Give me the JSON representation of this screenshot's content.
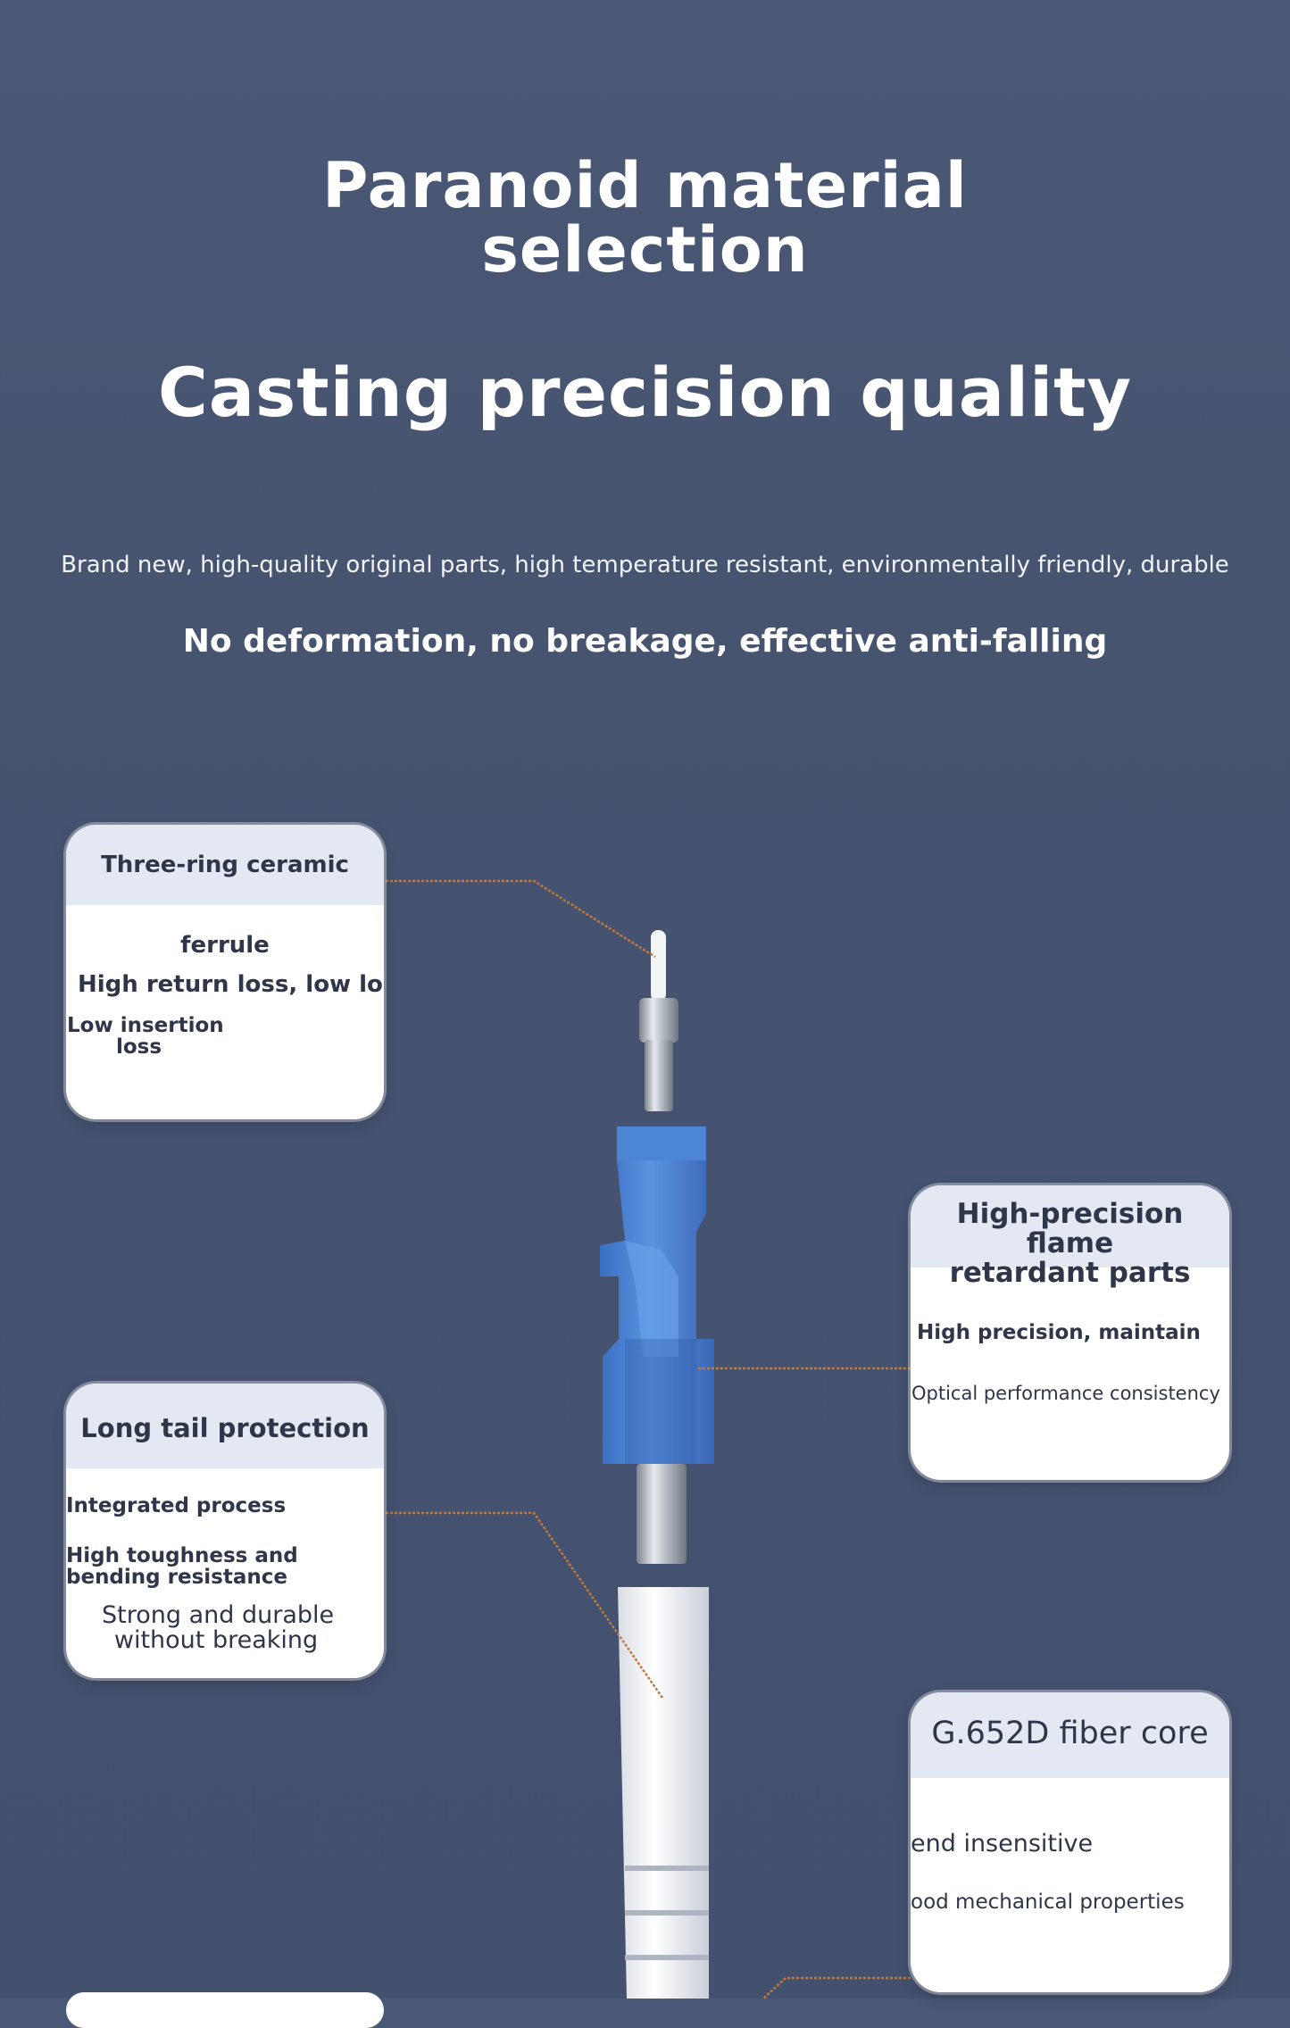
{
  "heading": {
    "title_line1": "Paranoid material",
    "title_line2": "selection",
    "title_main": "Casting precision quality",
    "subtitle": "Brand new, high-quality original parts, high temperature resistant, environmentally friendly, durable",
    "tagline": "No deformation, no breakage, effective anti-falling"
  },
  "cards": {
    "ferrule": {
      "title": "Three-ring ceramic ferrule",
      "line1": "High return loss, low loss",
      "line2a": "Low insertion",
      "line2b": "loss"
    },
    "flame": {
      "title_a": "High-precision flame",
      "title_b": "retardant parts",
      "line1": "High precision, maintain",
      "line2": "Optical performance consistency"
    },
    "tail": {
      "title": "Long tail protection",
      "line1": "Integrated process",
      "line2a": "High toughness and",
      "line2b": "bending resistance",
      "line3a": "Strong and durable",
      "line3b": "without breaking"
    },
    "core": {
      "title": "G.652D fiber core",
      "line1": "end insensitive",
      "line2": "ood mechanical properties"
    }
  },
  "colors": {
    "background": "#46546f",
    "connector_body": "#4f87d8",
    "leader_line": "#c07a3c",
    "card_header": "#e3e8f2"
  }
}
